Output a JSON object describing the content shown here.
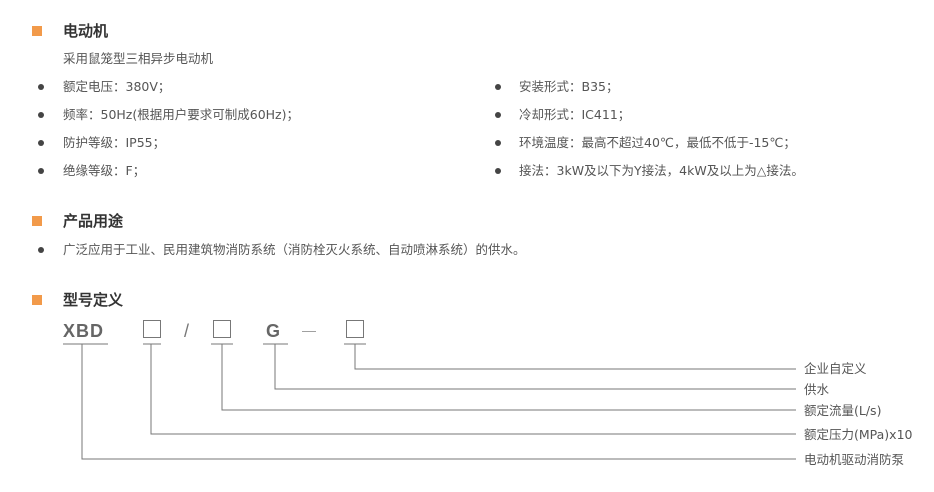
{
  "section1": {
    "title": "电动机",
    "subtitle": "采用鼠笼型三相异步电动机",
    "left_items": [
      "额定电压：380V；",
      "频率：50Hz(根据用户要求可制成60Hz)；",
      "防护等级：IP55；",
      "绝缘等级：F；"
    ],
    "right_items": [
      "安装形式：B35；",
      "冷却形式：IC411；",
      "环境温度：最高不超过40℃，最低不低于-15℃；",
      "接法：3kW及以下为Y接法，4kW及以上为△接法。"
    ]
  },
  "section2": {
    "title": "产品用途",
    "item": "广泛应用于工业、民用建筑物消防系统（消防栓灭火系统、自动喷淋系统）的供水。"
  },
  "section3": {
    "title": "型号定义",
    "code_prefix": "XBD",
    "slash": "/",
    "code_g": "G",
    "dash": "—",
    "labels": [
      "企业自定义",
      "供水",
      "额定流量(L/s)",
      "额定压力(MPa)x10",
      "电动机驱动消防泵"
    ]
  },
  "colors": {
    "accent": "#f29a4a",
    "heading": "#333333",
    "text": "#555555",
    "line": "#777777"
  }
}
